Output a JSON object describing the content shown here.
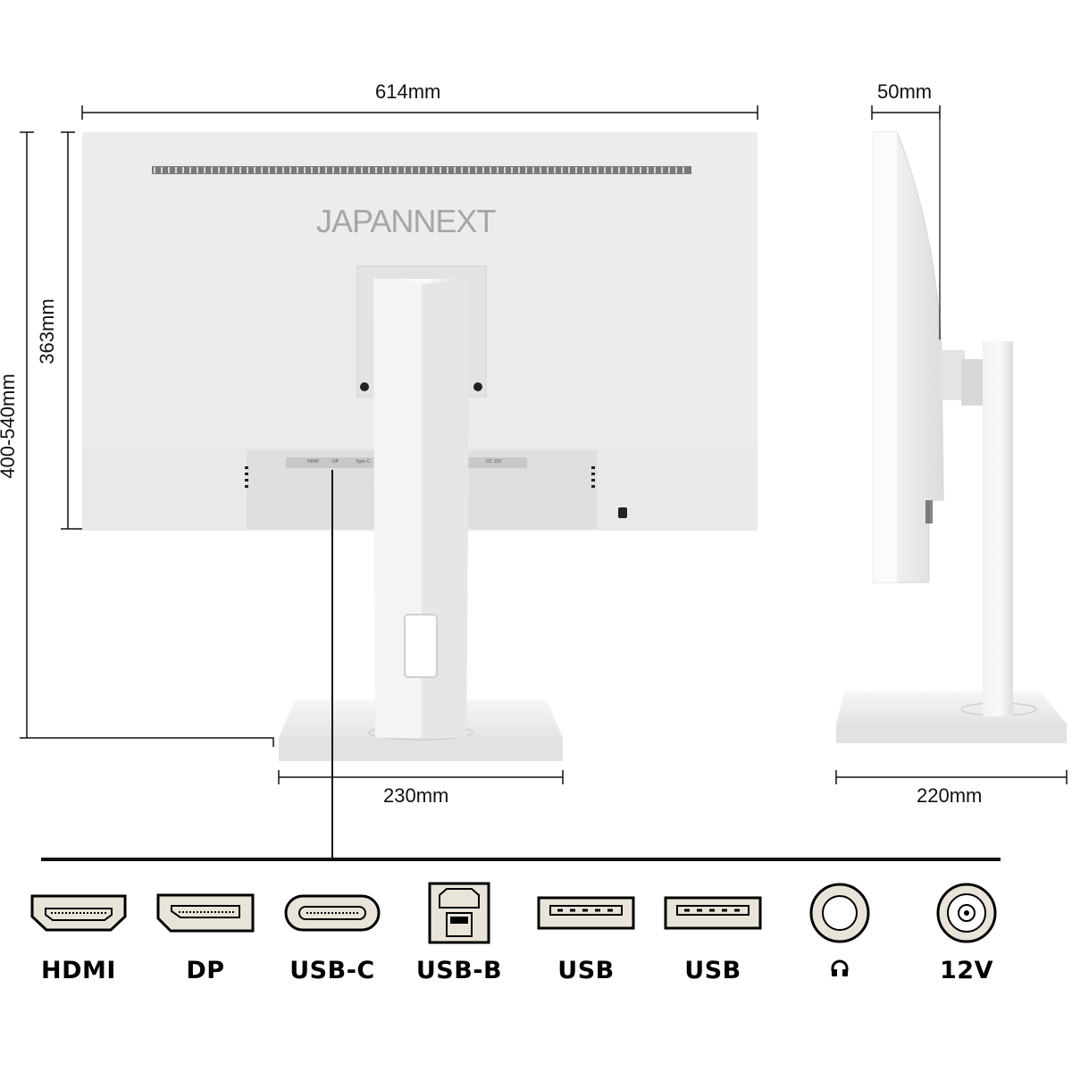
{
  "brand": "JAPANNEXT",
  "dimensions": {
    "width": "614mm",
    "depth": "50mm",
    "panel_height": "363mm",
    "total_height": "400-540mm",
    "base_width": "230mm",
    "base_depth": "220mm"
  },
  "back_panel_labels": [
    "HDMI",
    "DP",
    "Type-C",
    "",
    "DC 12V"
  ],
  "ports": [
    {
      "name": "HDMI",
      "icon": "hdmi-port-icon"
    },
    {
      "name": "DP",
      "icon": "displayport-icon"
    },
    {
      "name": "USB-C",
      "icon": "usb-c-port-icon"
    },
    {
      "name": "USB-B",
      "icon": "usb-b-port-icon"
    },
    {
      "name": "USB",
      "icon": "usb-a-port-icon"
    },
    {
      "name": "USB",
      "icon": "usb-a-port-icon"
    },
    {
      "name": "",
      "icon": "headphone-jack-icon"
    },
    {
      "name": "12V",
      "icon": "dc-power-jack-icon"
    }
  ],
  "colors": {
    "housing": "#ececec",
    "housing_shadow": "#d6d6d6",
    "port_fill": "#e9e4d9",
    "line": "#111111"
  }
}
